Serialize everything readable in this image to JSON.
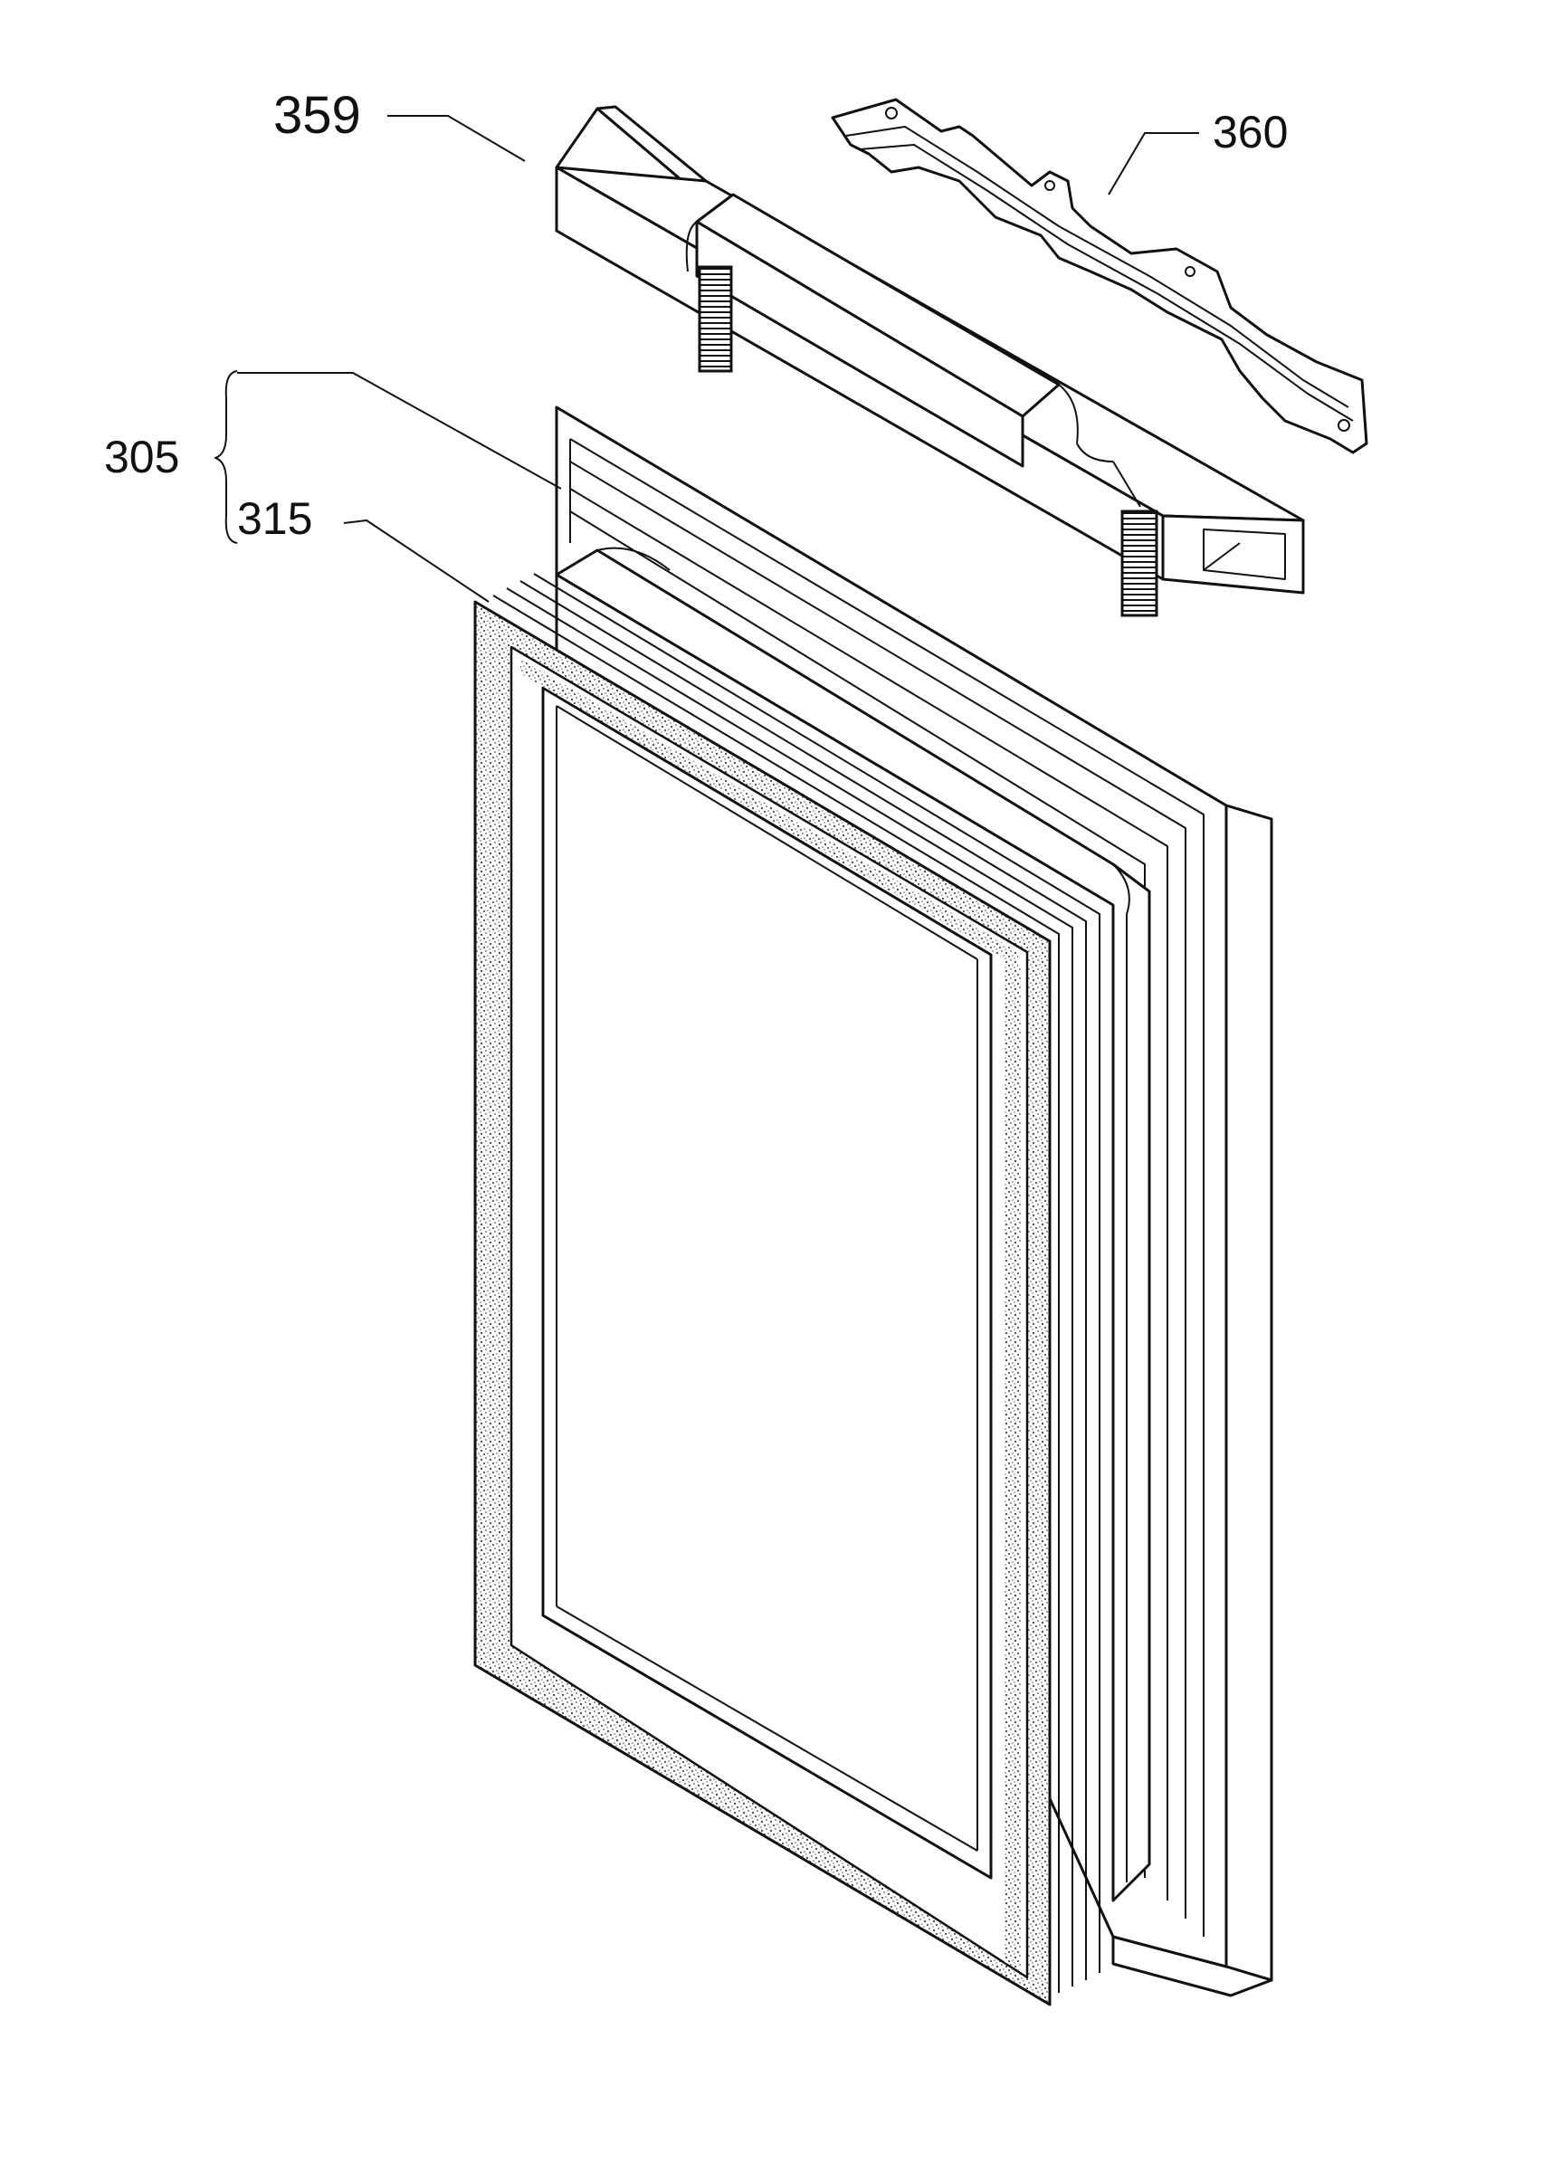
{
  "labels": {
    "handle": "359",
    "bracket": "360",
    "door_assembly": "305",
    "gasket": "315"
  },
  "colors": {
    "line": "#111111",
    "background": "#ffffff",
    "gasket_speckle": "#555555"
  }
}
